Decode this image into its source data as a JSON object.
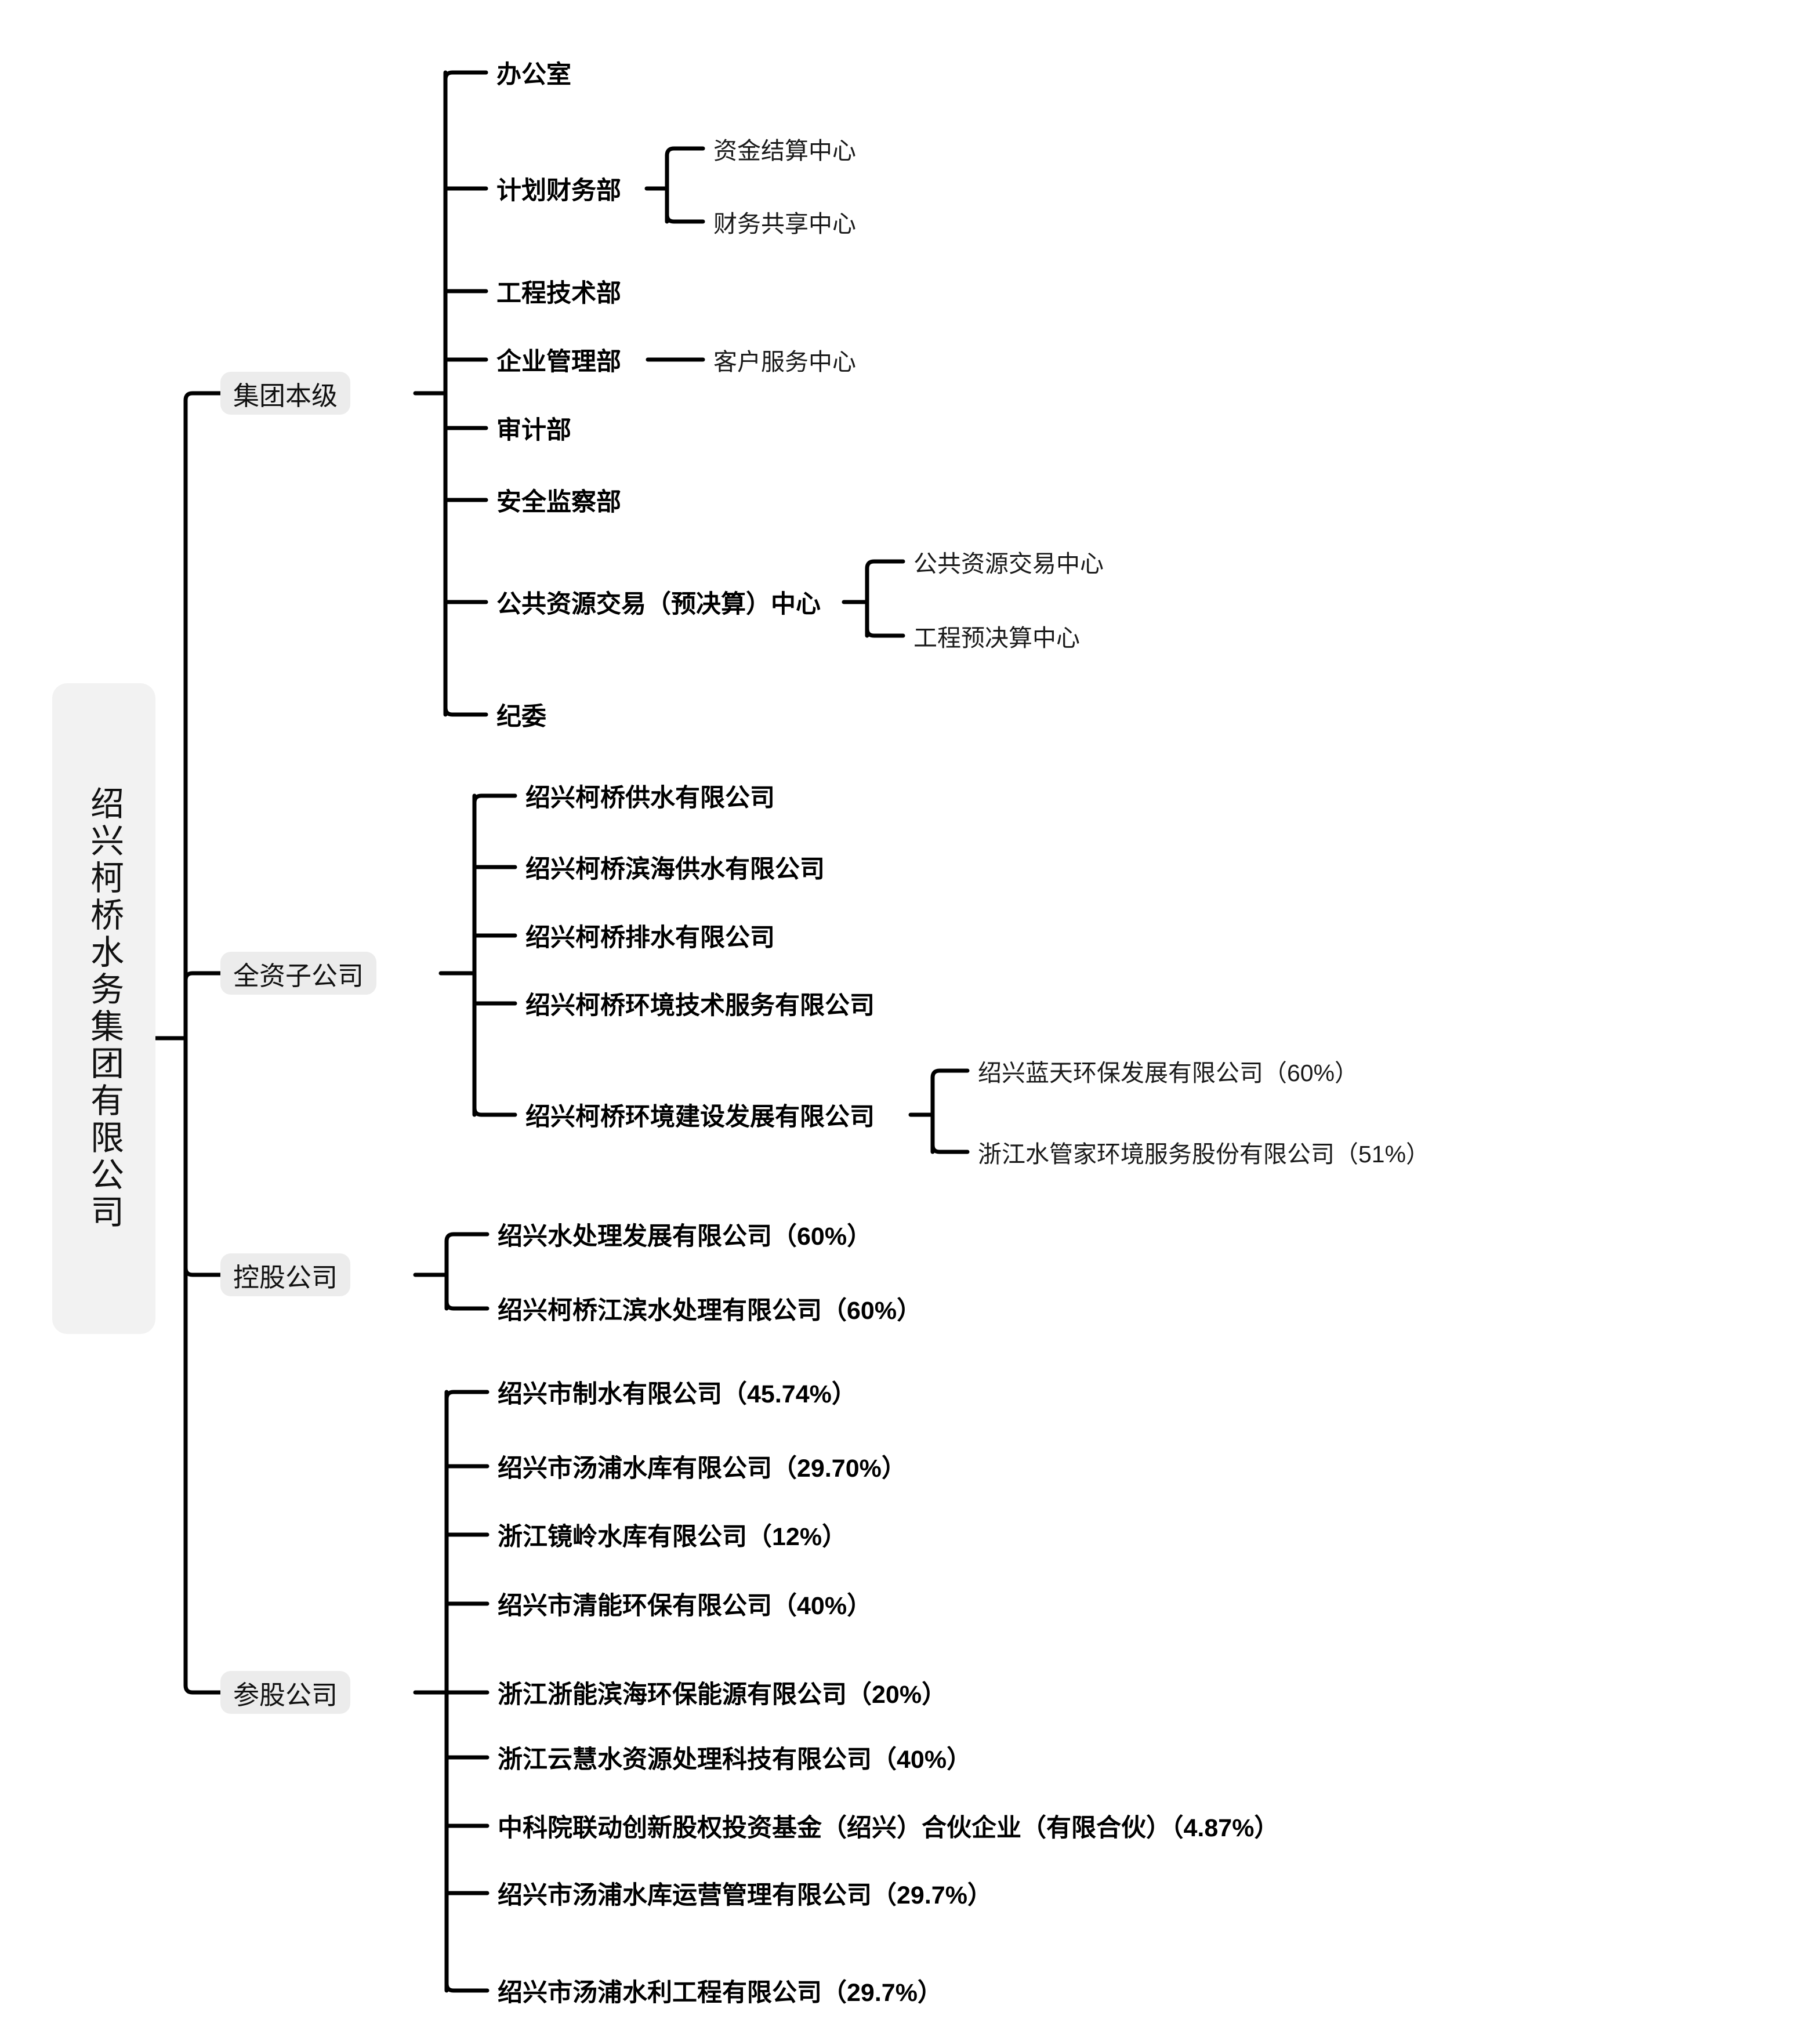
{
  "diagram": {
    "type": "organization-chart",
    "orientation": "left-to-right",
    "root": {
      "label": "绍兴柯桥水务集团有限公司"
    },
    "categories": [
      {
        "label": "集团本级"
      },
      {
        "label": "全资子公司"
      },
      {
        "label": "控股公司"
      },
      {
        "label": "参股公司"
      }
    ],
    "group_level_departments": [
      {
        "label": "办公室",
        "children": []
      },
      {
        "label": "计划财务部",
        "children": [
          "资金结算中心",
          "财务共享中心"
        ]
      },
      {
        "label": "工程技术部",
        "children": []
      },
      {
        "label": "企业管理部",
        "children": [
          "客户服务中心"
        ]
      },
      {
        "label": "审计部",
        "children": []
      },
      {
        "label": "安全监察部",
        "children": []
      },
      {
        "label": "公共资源交易（预决算）中心",
        "children": [
          "公共资源交易中心",
          "工程预决算中心"
        ]
      },
      {
        "label": "纪委",
        "children": []
      }
    ],
    "wholly_owned_subsidiaries": [
      {
        "label": "绍兴柯桥供水有限公司",
        "children": []
      },
      {
        "label": "绍兴柯桥滨海供水有限公司",
        "children": []
      },
      {
        "label": "绍兴柯桥排水有限公司",
        "children": []
      },
      {
        "label": "绍兴柯桥环境技术服务有限公司",
        "children": []
      },
      {
        "label": "绍兴柯桥环境建设发展有限公司",
        "children": [
          "绍兴蓝天环保发展有限公司（60%）",
          "浙江水管家环境服务股份有限公司（51%）"
        ]
      }
    ],
    "holding_companies": [
      {
        "label": "绍兴水处理发展有限公司（60%）",
        "children": []
      },
      {
        "label": "绍兴柯桥江滨水处理有限公司（60%）",
        "children": []
      }
    ],
    "equity_participation_companies": [
      {
        "label": "绍兴市制水有限公司（45.74%）",
        "children": []
      },
      {
        "label": "绍兴市汤浦水库有限公司（29.70%）",
        "children": []
      },
      {
        "label": "浙江镜岭水库有限公司（12%）",
        "children": []
      },
      {
        "label": "绍兴市清能环保有限公司（40%）",
        "children": []
      },
      {
        "label": "浙江浙能滨海环保能源有限公司（20%）",
        "children": []
      },
      {
        "label": "浙江云慧水资源处理科技有限公司（40%）",
        "children": []
      },
      {
        "label": "中科院联动创新股权投资基金（绍兴）合伙企业（有限合伙）（4.87%）",
        "children": []
      },
      {
        "label": "绍兴市汤浦水库运营管理有限公司（29.7%）",
        "children": []
      },
      {
        "label": "绍兴市汤浦水利工程有限公司（29.7%）",
        "children": []
      }
    ],
    "colors": {
      "line": "#000000",
      "root_fill": "#f2f2f2",
      "category_fill": "#ececec",
      "text": "#000000"
    }
  }
}
